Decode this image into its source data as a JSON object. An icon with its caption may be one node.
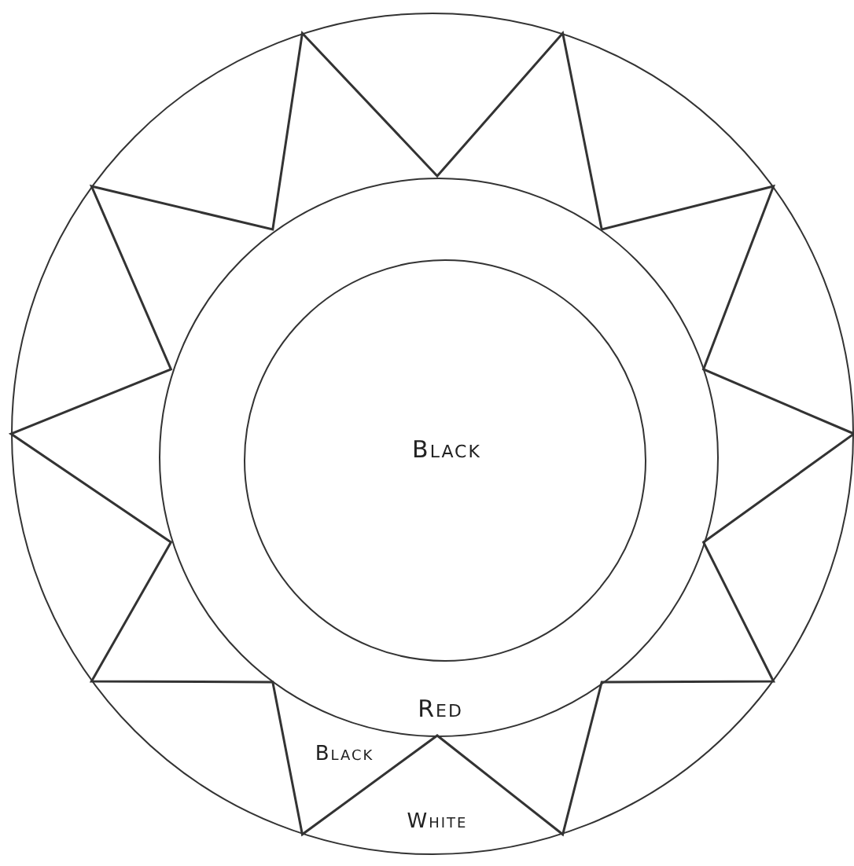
{
  "diagram": {
    "nodes": [
      {
        "text": [],
        "shape": "circle"
      },
      {
        "text": [
          "Red"
        ],
        "in": 0
      },
      {
        "text": [
          "Black"
        ],
        "in": 1
      },
      {
        "text": [
          "Black"
        ],
        "in": 0
      },
      {
        "text": [
          "White"
        ],
        "in": 0
      }
    ]
  }
}
